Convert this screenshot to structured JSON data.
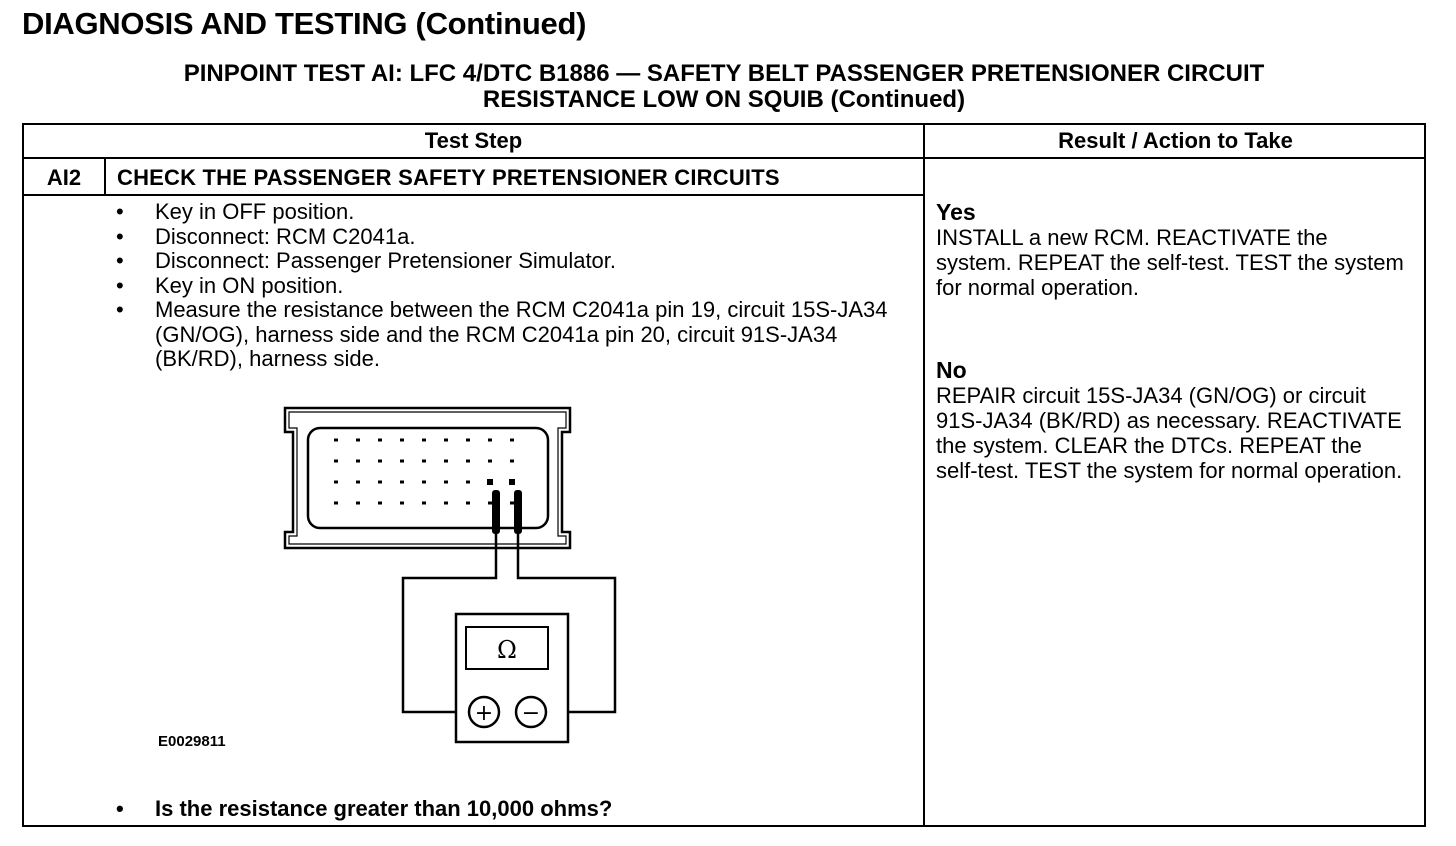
{
  "header": {
    "title": "DIAGNOSIS AND TESTING (Continued)",
    "subtitle_line1": "PINPOINT TEST AI: LFC 4/DTC B1886 — SAFETY BELT PASSENGER PRETENSIONER CIRCUIT",
    "subtitle_line2": "RESISTANCE LOW ON SQUIB (Continued)"
  },
  "table": {
    "col_test_step": "Test Step",
    "col_result": "Result / Action to Take",
    "step": {
      "id": "AI2",
      "title": "CHECK THE PASSENGER SAFETY PRETENSIONER CIRCUITS",
      "bullet_char": "•",
      "instructions": [
        "Key in OFF position.",
        "Disconnect: RCM C2041a.",
        "Disconnect: Passenger Pretensioner Simulator.",
        "Key in ON position.",
        "Measure the resistance between the RCM C2041a pin 19, circuit 15S-JA34 (GN/OG), harness side and the RCM C2041a pin 20, circuit 91S-JA34 (BK/RD), harness side."
      ],
      "figure_code": "E0029811",
      "meter_symbol": "Ω",
      "plus_symbol": "+",
      "minus_symbol": "−",
      "question": "Is the resistance greater than 10,000 ohms?"
    },
    "results": {
      "yes": {
        "label": "Yes",
        "text": "INSTALL a new RCM. REACTIVATE the system. REPEAT the self-test. TEST the system for normal operation."
      },
      "no": {
        "label": "No",
        "text": "REPAIR circuit 15S-JA34 (GN/OG) or circuit 91S-JA34 (BK/RD) as necessary. REACTIVATE the system. CLEAR the DTCs. REPEAT the self-test. TEST the system for normal operation."
      }
    }
  }
}
